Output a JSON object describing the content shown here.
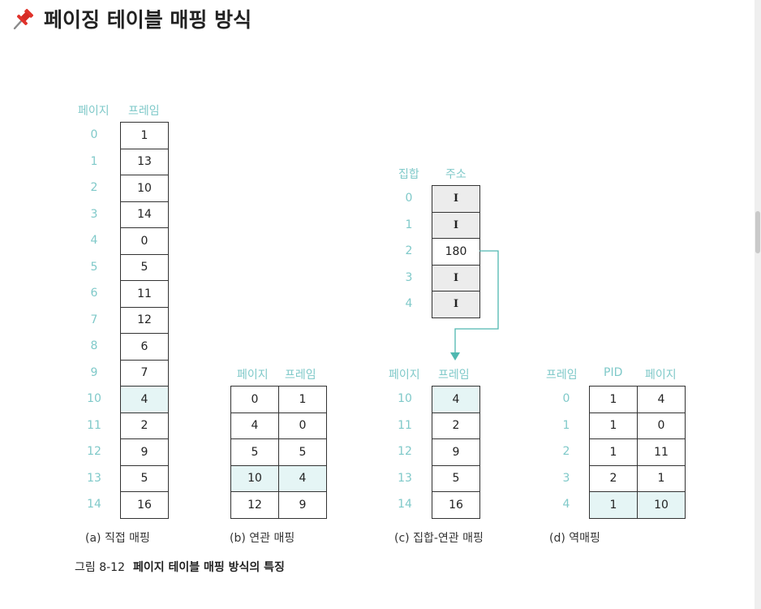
{
  "heading": {
    "icon": "pushpin-icon",
    "title": "페이징 테이블 매핑 방식"
  },
  "colors": {
    "label": "#7fc9c9",
    "highlight": "#e5f5f5",
    "invalid": "#ececec",
    "arrow": "#4fb8b0"
  },
  "direct": {
    "header_index": "페이지",
    "header_value": "프레임",
    "rows": [
      {
        "index": "0",
        "value": "1"
      },
      {
        "index": "1",
        "value": "13"
      },
      {
        "index": "2",
        "value": "10"
      },
      {
        "index": "3",
        "value": "14"
      },
      {
        "index": "4",
        "value": "0"
      },
      {
        "index": "5",
        "value": "5"
      },
      {
        "index": "6",
        "value": "11"
      },
      {
        "index": "7",
        "value": "12"
      },
      {
        "index": "8",
        "value": "6"
      },
      {
        "index": "9",
        "value": "7"
      },
      {
        "index": "10",
        "value": "4"
      },
      {
        "index": "11",
        "value": "2"
      },
      {
        "index": "12",
        "value": "9"
      },
      {
        "index": "13",
        "value": "5"
      },
      {
        "index": "14",
        "value": "16"
      }
    ],
    "caption": "(a) 직접 매핑"
  },
  "associative": {
    "header_col1": "페이지",
    "header_col2": "프레임",
    "rows": [
      {
        "c1": "0",
        "c2": "1"
      },
      {
        "c1": "4",
        "c2": "0"
      },
      {
        "c1": "5",
        "c2": "5"
      },
      {
        "c1": "10",
        "c2": "4"
      },
      {
        "c1": "12",
        "c2": "9"
      }
    ],
    "caption": "(b) 연관 매핑"
  },
  "set_associative": {
    "set_header_index": "집합",
    "set_header_value": "주소",
    "sets": [
      {
        "index": "0",
        "value": "I"
      },
      {
        "index": "1",
        "value": "I"
      },
      {
        "index": "2",
        "value": "180"
      },
      {
        "index": "3",
        "value": "I"
      },
      {
        "index": "4",
        "value": "I"
      }
    ],
    "page_header_index": "페이지",
    "page_header_value": "프레임",
    "rows": [
      {
        "index": "10",
        "value": "4"
      },
      {
        "index": "11",
        "value": "2"
      },
      {
        "index": "12",
        "value": "9"
      },
      {
        "index": "13",
        "value": "5"
      },
      {
        "index": "14",
        "value": "16"
      }
    ],
    "caption": "(c) 집합-연관 매핑"
  },
  "inverted": {
    "header_index": "프레임",
    "header_pid": "PID",
    "header_page": "페이지",
    "rows": [
      {
        "index": "0",
        "pid": "1",
        "page": "4"
      },
      {
        "index": "1",
        "pid": "1",
        "page": "0"
      },
      {
        "index": "2",
        "pid": "1",
        "page": "11"
      },
      {
        "index": "3",
        "pid": "2",
        "page": "1"
      },
      {
        "index": "4",
        "pid": "1",
        "page": "10"
      }
    ],
    "caption": "(d) 역매핑"
  },
  "figure_caption": {
    "number": "그림 8-12",
    "title": "페이지 테이블 매핑 방식의 특징"
  }
}
